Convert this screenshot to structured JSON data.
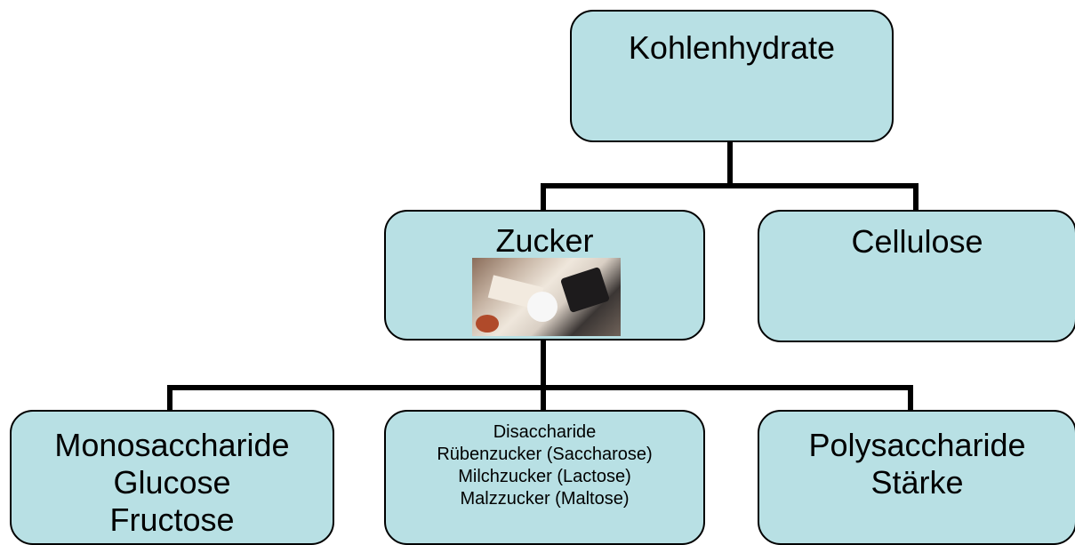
{
  "root": {
    "title": "Kohlenhydrate"
  },
  "level2": {
    "zucker": {
      "title": "Zucker"
    },
    "cellulose": {
      "title": "Cellulose"
    }
  },
  "level3": {
    "mono": {
      "lines": [
        "Monosaccharide",
        "Glucose",
        "Fructose"
      ]
    },
    "di": {
      "lines": [
        "Disaccharide",
        "Rübenzucker (Saccharose)",
        "Milchzucker (Lactose)",
        "Malzzucker (Maltose)"
      ]
    },
    "poly": {
      "lines": [
        "Polysaccharide",
        "Stärke"
      ]
    }
  },
  "colors": {
    "box_fill": "#b8e0e4",
    "border": "#000000"
  }
}
